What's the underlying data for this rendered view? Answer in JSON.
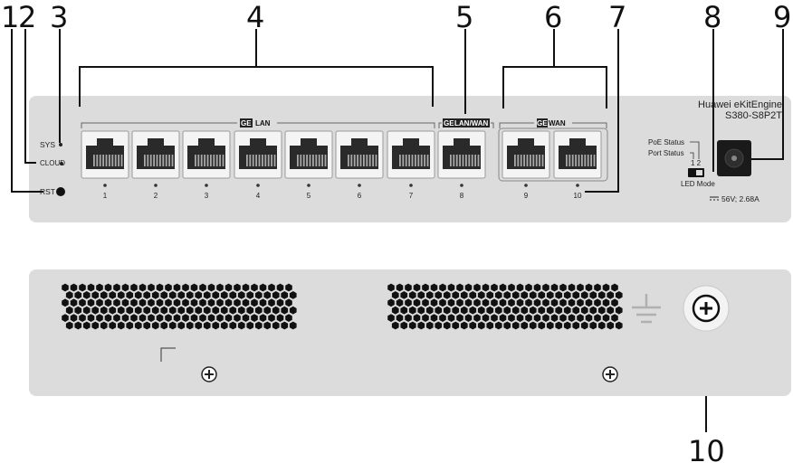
{
  "callouts": [
    "1",
    "2",
    "3",
    "4",
    "5",
    "6",
    "7",
    "8",
    "9",
    "10"
  ],
  "front": {
    "indicators": {
      "sys": "SYS",
      "cloud": "CLOUD",
      "rst": "RST"
    },
    "lan_group": {
      "prefix": "GE",
      "label": "LAN"
    },
    "lanwan_group": {
      "prefix": "GE",
      "label": "LAN/WAN"
    },
    "wan_group": {
      "prefix": "GE",
      "label": "WAN"
    },
    "port_numbers": [
      "1",
      "2",
      "3",
      "4",
      "5",
      "6",
      "7",
      "8",
      "9",
      "10"
    ],
    "brand_line1": "Huawei eKitEngine",
    "brand_line2": "S380-S8P2T",
    "poe_status": "PoE Status",
    "port_status": "Port Status",
    "switch_positions": "1 2",
    "led_mode": "LED Mode",
    "power_rating": "56V; 2.68A"
  },
  "icons": [
    "ground-icon",
    "ground-screw-icon",
    "screw-icon",
    "dc-power-icon"
  ]
}
